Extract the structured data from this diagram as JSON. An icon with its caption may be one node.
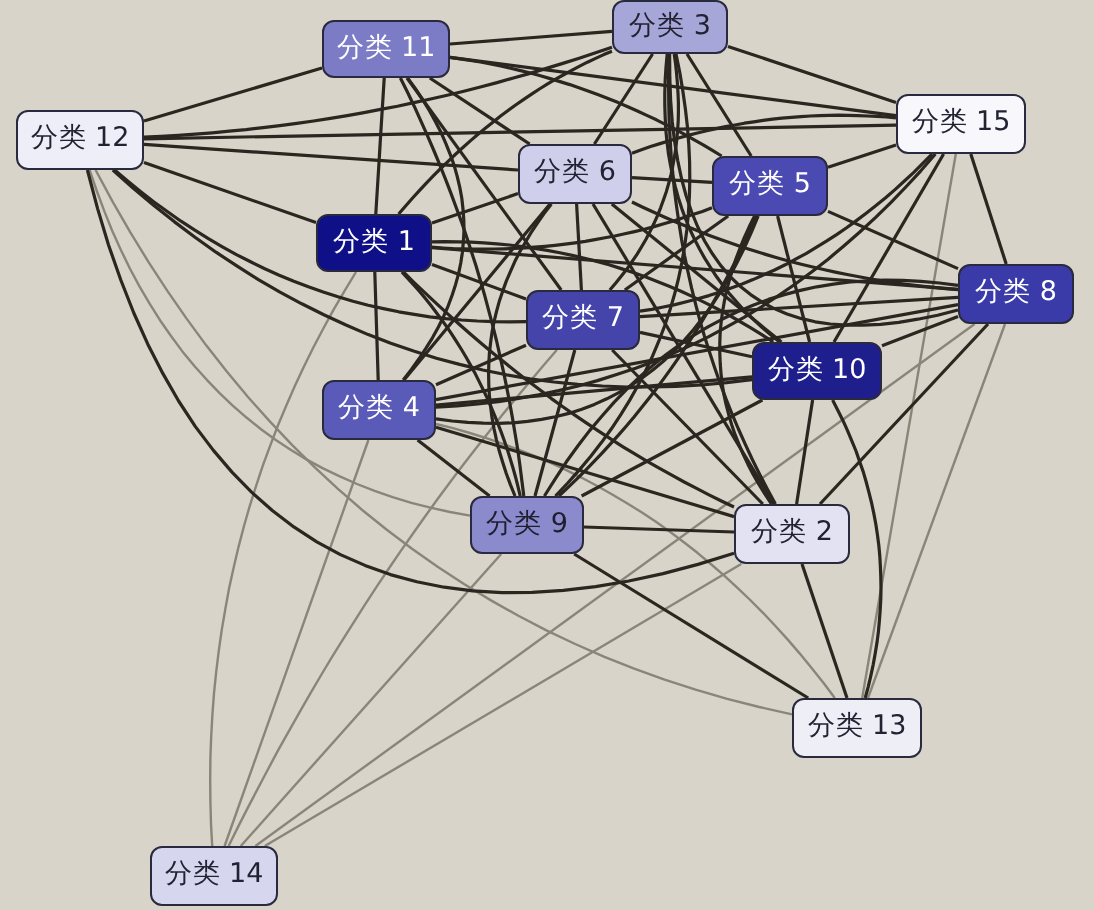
{
  "diagram": {
    "nodes": [
      {
        "text": [
          "分类 11"
        ]
      },
      {
        "text": [
          "分类 3"
        ]
      },
      {
        "text": [
          "分类 12"
        ]
      },
      {
        "text": [
          "分类 15"
        ]
      },
      {
        "text": [
          "分类 6"
        ]
      },
      {
        "text": [
          "分类 5"
        ]
      },
      {
        "text": [
          "分类 1"
        ]
      },
      {
        "text": [
          "分类 8"
        ]
      },
      {
        "text": [
          "分类 7"
        ]
      },
      {
        "text": [
          "分类 10"
        ]
      },
      {
        "text": [
          "分类 4"
        ]
      },
      {
        "text": [
          "分类 9"
        ]
      },
      {
        "text": [
          "分类 2"
        ]
      },
      {
        "text": [
          "分类 13"
        ]
      },
      {
        "text": [
          "分类 14"
        ]
      }
    ],
    "edges": [
      {
        "from": 0,
        "to": 1,
        "arrow": "none"
      },
      {
        "from": 0,
        "to": 2,
        "arrow": "none"
      },
      {
        "from": 0,
        "to": 4,
        "arrow": "none"
      },
      {
        "from": 0,
        "to": 5,
        "arrow": "none"
      },
      {
        "from": 0,
        "to": 3,
        "arrow": "none"
      },
      {
        "from": 0,
        "to": 6,
        "arrow": "none"
      },
      {
        "from": 0,
        "to": 8,
        "arrow": "none"
      },
      {
        "from": 0,
        "to": 10,
        "arrow": "none"
      },
      {
        "from": 0,
        "to": 11,
        "arrow": "none"
      },
      {
        "from": 1,
        "to": 2,
        "arrow": "none"
      },
      {
        "from": 1,
        "to": 4,
        "arrow": "none"
      },
      {
        "from": 1,
        "to": 5,
        "arrow": "none"
      },
      {
        "from": 1,
        "to": 3,
        "arrow": "none"
      },
      {
        "from": 1,
        "to": 6,
        "arrow": "none"
      },
      {
        "from": 1,
        "to": 8,
        "arrow": "none"
      },
      {
        "from": 1,
        "to": 9,
        "arrow": "none"
      },
      {
        "from": 1,
        "to": 7,
        "arrow": "none"
      },
      {
        "from": 1,
        "to": 12,
        "arrow": "none"
      },
      {
        "from": 1,
        "to": 11,
        "arrow": "none"
      },
      {
        "from": 2,
        "to": 4,
        "arrow": "none"
      },
      {
        "from": 2,
        "to": 3,
        "arrow": "none"
      },
      {
        "from": 2,
        "to": 6,
        "arrow": "none"
      },
      {
        "from": 2,
        "to": 8,
        "arrow": "none"
      },
      {
        "from": 2,
        "to": 9,
        "arrow": "none"
      },
      {
        "from": 2,
        "to": 11,
        "arrow": "none",
        "color": "#8a8579"
      },
      {
        "from": 2,
        "to": 12,
        "arrow": "none"
      },
      {
        "from": 2,
        "to": 13,
        "arrow": "none",
        "color": "#8a8579"
      },
      {
        "from": 3,
        "to": 4,
        "arrow": "none"
      },
      {
        "from": 3,
        "to": 5,
        "arrow": "none"
      },
      {
        "from": 3,
        "to": 8,
        "arrow": "none"
      },
      {
        "from": 3,
        "to": 9,
        "arrow": "none"
      },
      {
        "from": 3,
        "to": 7,
        "arrow": "none"
      },
      {
        "from": 3,
        "to": 13,
        "arrow": "none",
        "color": "#8a8579"
      },
      {
        "from": 3,
        "to": 10,
        "arrow": "none"
      },
      {
        "from": 4,
        "to": 5,
        "arrow": "none"
      },
      {
        "from": 4,
        "to": 6,
        "arrow": "none"
      },
      {
        "from": 4,
        "to": 8,
        "arrow": "none"
      },
      {
        "from": 4,
        "to": 9,
        "arrow": "none"
      },
      {
        "from": 4,
        "to": 10,
        "arrow": "none"
      },
      {
        "from": 4,
        "to": 11,
        "arrow": "none"
      },
      {
        "from": 4,
        "to": 12,
        "arrow": "none"
      },
      {
        "from": 4,
        "to": 7,
        "arrow": "none"
      },
      {
        "from": 5,
        "to": 6,
        "arrow": "none"
      },
      {
        "from": 5,
        "to": 8,
        "arrow": "none"
      },
      {
        "from": 5,
        "to": 9,
        "arrow": "none"
      },
      {
        "from": 5,
        "to": 10,
        "arrow": "none"
      },
      {
        "from": 5,
        "to": 11,
        "arrow": "none"
      },
      {
        "from": 5,
        "to": 12,
        "arrow": "none"
      },
      {
        "from": 5,
        "to": 7,
        "arrow": "none"
      },
      {
        "from": 6,
        "to": 8,
        "arrow": "none"
      },
      {
        "from": 6,
        "to": 9,
        "arrow": "none"
      },
      {
        "from": 6,
        "to": 10,
        "arrow": "none"
      },
      {
        "from": 6,
        "to": 11,
        "arrow": "none"
      },
      {
        "from": 6,
        "to": 12,
        "arrow": "none"
      },
      {
        "from": 6,
        "to": 7,
        "arrow": "none"
      },
      {
        "from": 6,
        "to": 14,
        "arrow": "none",
        "color": "#8a8579"
      },
      {
        "from": 7,
        "to": 8,
        "arrow": "none"
      },
      {
        "from": 7,
        "to": 9,
        "arrow": "none"
      },
      {
        "from": 7,
        "to": 10,
        "arrow": "none"
      },
      {
        "from": 7,
        "to": 11,
        "arrow": "none"
      },
      {
        "from": 7,
        "to": 12,
        "arrow": "none"
      },
      {
        "from": 7,
        "to": 13,
        "arrow": "none",
        "color": "#8a8579"
      },
      {
        "from": 7,
        "to": 14,
        "arrow": "none",
        "color": "#8a8579"
      },
      {
        "from": 8,
        "to": 9,
        "arrow": "none"
      },
      {
        "from": 8,
        "to": 10,
        "arrow": "none"
      },
      {
        "from": 8,
        "to": 11,
        "arrow": "none"
      },
      {
        "from": 8,
        "to": 12,
        "arrow": "none"
      },
      {
        "from": 8,
        "to": 14,
        "arrow": "none",
        "color": "#8a8579"
      },
      {
        "from": 9,
        "to": 10,
        "arrow": "none"
      },
      {
        "from": 9,
        "to": 11,
        "arrow": "none"
      },
      {
        "from": 9,
        "to": 12,
        "arrow": "none"
      },
      {
        "from": 9,
        "to": 13,
        "arrow": "none"
      },
      {
        "from": 10,
        "to": 11,
        "arrow": "none"
      },
      {
        "from": 10,
        "to": 12,
        "arrow": "none"
      },
      {
        "from": 10,
        "to": 13,
        "arrow": "none",
        "color": "#8a8579"
      },
      {
        "from": 10,
        "to": 14,
        "arrow": "none",
        "color": "#8a8579"
      },
      {
        "from": 11,
        "to": 12,
        "arrow": "none"
      },
      {
        "from": 11,
        "to": 13,
        "arrow": "none"
      },
      {
        "from": 11,
        "to": 14,
        "arrow": "none",
        "color": "#8a8579"
      },
      {
        "from": 12,
        "to": 13,
        "arrow": "none"
      },
      {
        "from": 12,
        "to": 14,
        "arrow": "none",
        "color": "#8a8579"
      }
    ]
  }
}
